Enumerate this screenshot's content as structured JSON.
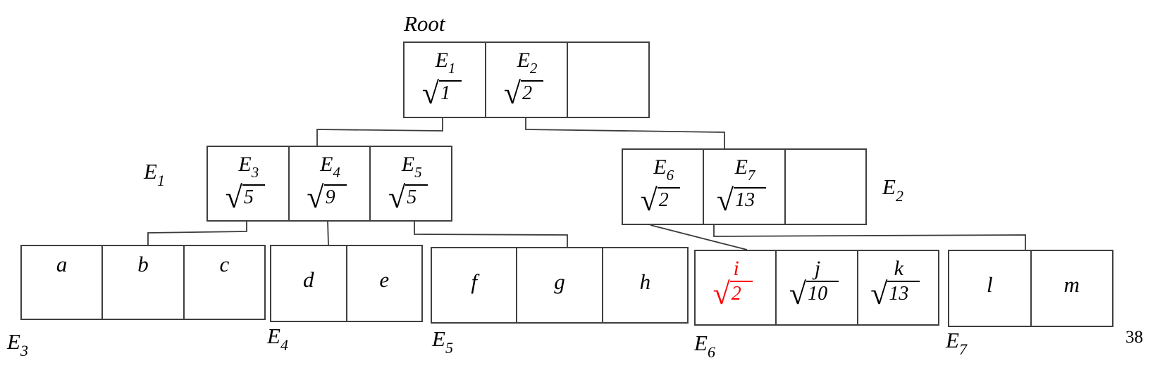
{
  "page": {
    "number": "38",
    "background": "#ffffff"
  },
  "colors": {
    "line": "#3b3b3b",
    "text": "#000000",
    "highlight": "#ff0000"
  },
  "glyphs": {
    "radical": "√"
  },
  "labels": {
    "root": {
      "text": "Root"
    },
    "e1": {
      "base": "E",
      "sub": "1"
    },
    "e2": {
      "base": "E",
      "sub": "2"
    },
    "e3": {
      "base": "E",
      "sub": "3"
    },
    "e4": {
      "base": "E",
      "sub": "4"
    },
    "e5": {
      "base": "E",
      "sub": "5"
    },
    "e6": {
      "base": "E",
      "sub": "6"
    },
    "e7": {
      "base": "E",
      "sub": "7"
    }
  },
  "nodes": {
    "root": {
      "cells": [
        {
          "base": "E",
          "sub": "1",
          "sqrt": "1"
        },
        {
          "base": "E",
          "sub": "2",
          "sqrt": "2"
        },
        {
          "empty": true
        }
      ]
    },
    "e1": {
      "cells": [
        {
          "base": "E",
          "sub": "3",
          "sqrt": "5"
        },
        {
          "base": "E",
          "sub": "4",
          "sqrt": "9"
        },
        {
          "base": "E",
          "sub": "5",
          "sqrt": "5"
        }
      ]
    },
    "e2": {
      "cells": [
        {
          "base": "E",
          "sub": "6",
          "sqrt": "2"
        },
        {
          "base": "E",
          "sub": "7",
          "sqrt": "13"
        },
        {
          "empty": true
        }
      ]
    },
    "e3": {
      "cells": [
        {
          "letter": "a"
        },
        {
          "letter": "b"
        },
        {
          "letter": "c"
        }
      ]
    },
    "e4": {
      "cells": [
        {
          "letter": "d"
        },
        {
          "letter": "e"
        }
      ]
    },
    "e5": {
      "cells": [
        {
          "letter": "f"
        },
        {
          "letter": "g"
        },
        {
          "letter": "h"
        }
      ]
    },
    "e6": {
      "cells": [
        {
          "letter": "i",
          "sqrt": "2",
          "highlight": true
        },
        {
          "letter": "j",
          "sqrt": "10"
        },
        {
          "letter": "k",
          "sqrt": "13"
        }
      ]
    },
    "e7": {
      "cells": [
        {
          "letter": "l"
        },
        {
          "letter": "m"
        }
      ]
    }
  }
}
